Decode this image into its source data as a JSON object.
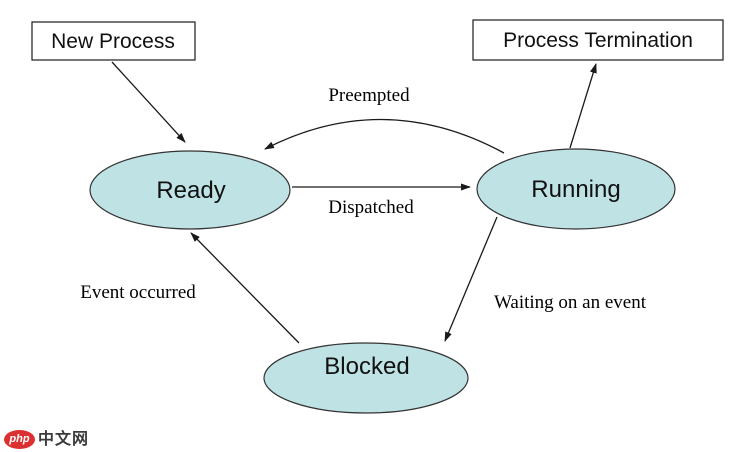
{
  "diagram": {
    "type": "state-diagram",
    "background_color": "#ffffff",
    "node_fill": "#bfe2e4",
    "node_stroke": "#333333",
    "edge_color": "#1a1a1a",
    "nodes": {
      "new_process": {
        "label": "New Process",
        "shape": "rectangle"
      },
      "process_termination": {
        "label": "Process Termination",
        "shape": "rectangle"
      },
      "ready": {
        "label": "Ready",
        "shape": "ellipse"
      },
      "running": {
        "label": "Running",
        "shape": "ellipse"
      },
      "blocked": {
        "label": "Blocked",
        "shape": "ellipse"
      }
    },
    "edges": {
      "admit": {
        "from": "New Process",
        "to": "Ready",
        "label": ""
      },
      "terminate": {
        "from": "Running",
        "to": "Process Termination",
        "label": ""
      },
      "dispatched": {
        "from": "Ready",
        "to": "Running",
        "label": "Dispatched"
      },
      "preempted": {
        "from": "Running",
        "to": "Ready",
        "label": "Preempted"
      },
      "event_occurred": {
        "from": "Blocked",
        "to": "Ready",
        "label": "Event occurred"
      },
      "waiting": {
        "from": "Running",
        "to": "Blocked",
        "label": "Waiting on an event"
      }
    }
  },
  "watermark": {
    "logo_text": "php",
    "site_text": "中文网",
    "logo_color": "#dc3030"
  }
}
